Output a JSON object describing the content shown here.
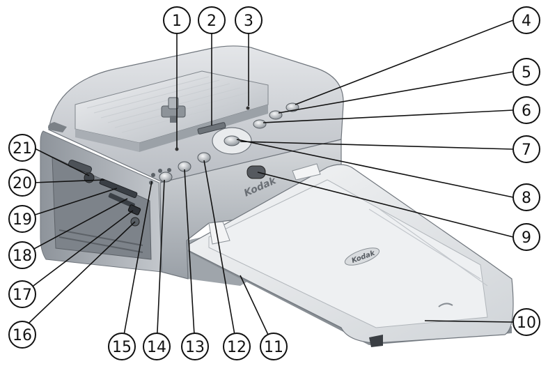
{
  "diagram": {
    "brand_logo_text": "Kodak",
    "callouts": [
      {
        "id": "callout-1",
        "label": "1"
      },
      {
        "id": "callout-2",
        "label": "2"
      },
      {
        "id": "callout-3",
        "label": "3"
      },
      {
        "id": "callout-4",
        "label": "4"
      },
      {
        "id": "callout-5",
        "label": "5"
      },
      {
        "id": "callout-6",
        "label": "6"
      },
      {
        "id": "callout-7",
        "label": "7"
      },
      {
        "id": "callout-8",
        "label": "8"
      },
      {
        "id": "callout-9",
        "label": "9"
      },
      {
        "id": "callout-10",
        "label": "10"
      },
      {
        "id": "callout-11",
        "label": "11"
      },
      {
        "id": "callout-12",
        "label": "12"
      },
      {
        "id": "callout-13",
        "label": "13"
      },
      {
        "id": "callout-14",
        "label": "14"
      },
      {
        "id": "callout-15",
        "label": "15"
      },
      {
        "id": "callout-16",
        "label": "16"
      },
      {
        "id": "callout-17",
        "label": "17"
      },
      {
        "id": "callout-18",
        "label": "18"
      },
      {
        "id": "callout-19",
        "label": "19"
      },
      {
        "id": "callout-20",
        "label": "20"
      },
      {
        "id": "callout-21",
        "label": "21"
      }
    ]
  }
}
